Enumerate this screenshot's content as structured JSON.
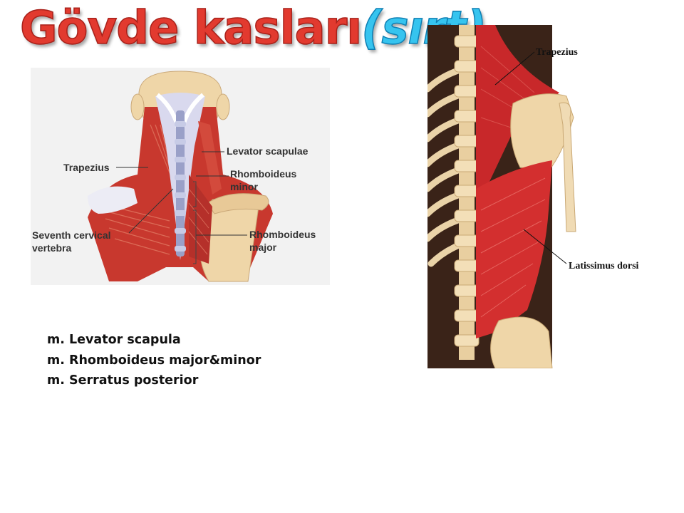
{
  "slide": {
    "title_main": "Gövde kasları",
    "title_open_paren": "(",
    "title_sub": "sırt",
    "title_close_paren": ")"
  },
  "left_figure": {
    "labels": {
      "trapezius": "Trapezius",
      "levator": "Levator scapulae",
      "rhomboid_minor_1": "Rhomboideus",
      "rhomboid_minor_2": "minor",
      "seventh_1": "Seventh cervical",
      "seventh_2": "vertebra",
      "rhomboid_major_1": "Rhomboideus",
      "rhomboid_major_2": "major"
    }
  },
  "right_figure": {
    "labels": {
      "trapezius": "Trapezius",
      "latissimus": "Latissimus dorsi"
    }
  },
  "bullets": [
    "m. Levator scapula",
    "m. Rhomboideus major&minor",
    "m. Serratus posterior"
  ],
  "colors": {
    "title_red": "#e23a2f",
    "title_blue": "#36c4ef",
    "muscle": "#c8282a",
    "bone": "#efd6a8"
  }
}
